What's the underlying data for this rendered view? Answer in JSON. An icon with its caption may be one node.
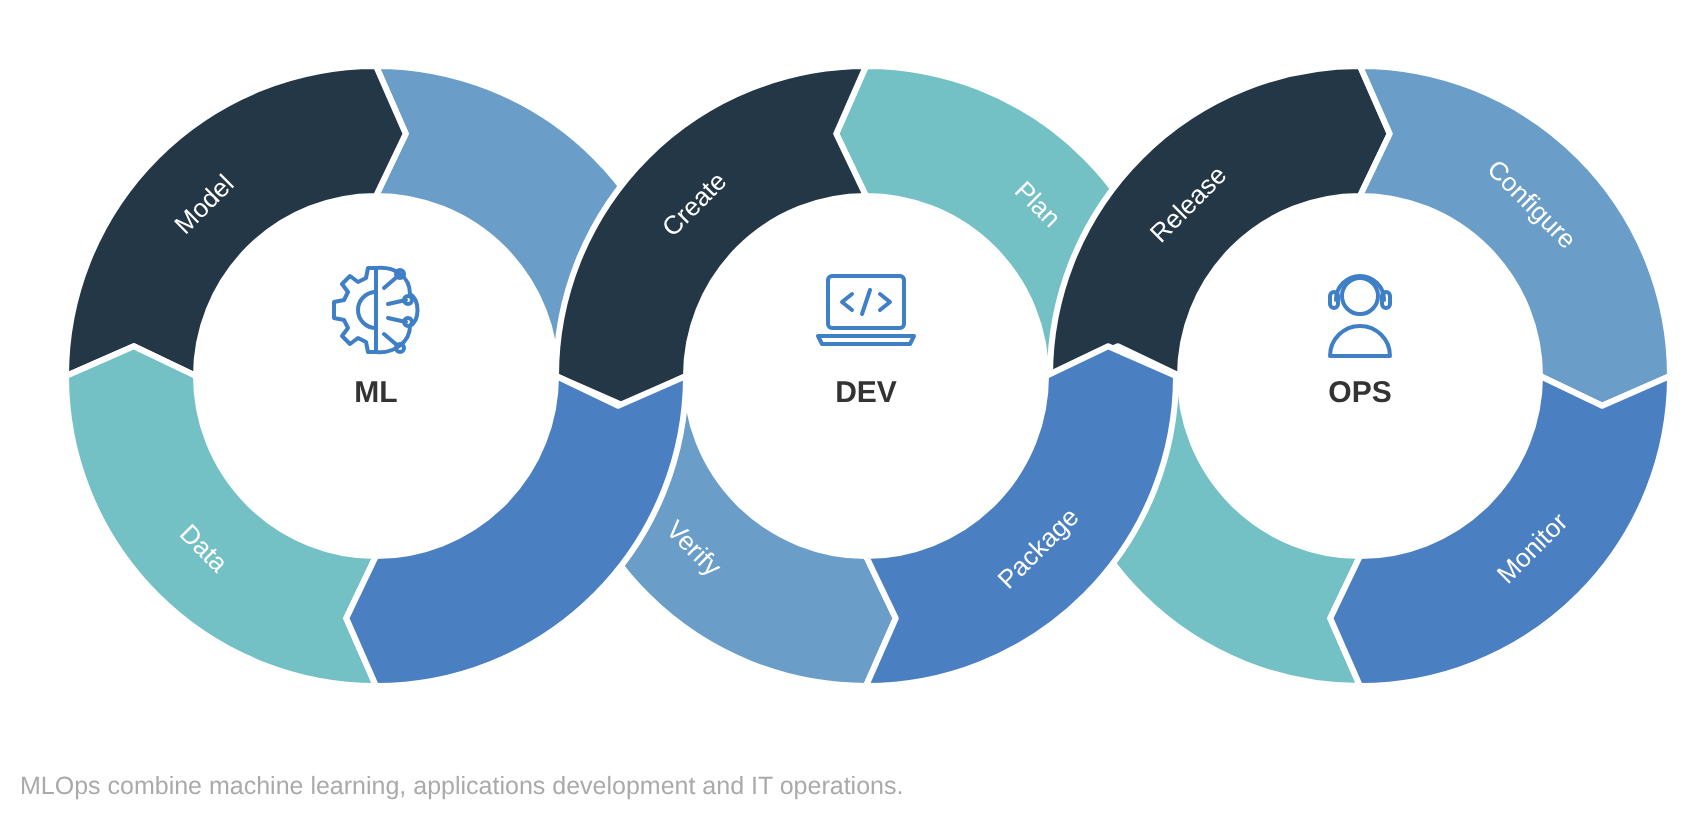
{
  "diagram": {
    "caption": "MLOps combine machine learning, applications development and IT operations.",
    "nodes": [
      {
        "text": [
          "ML"
        ]
      },
      {
        "text": [
          "Model"
        ]
      },
      {
        "text": [],
        "shape": "segment"
      },
      {
        "text": [],
        "shape": "segment"
      },
      {
        "text": [
          "Data"
        ]
      },
      {
        "text": [
          "DEV"
        ]
      },
      {
        "text": [
          "Create"
        ]
      },
      {
        "text": [
          "Plan"
        ]
      },
      {
        "text": [
          "Package"
        ]
      },
      {
        "text": [
          "Verify"
        ]
      },
      {
        "text": [
          "OPS"
        ]
      },
      {
        "text": [
          "Release"
        ]
      },
      {
        "text": [
          "Configure"
        ]
      },
      {
        "text": [
          "Monitor"
        ]
      },
      {
        "text": [],
        "shape": "segment"
      }
    ],
    "edges": []
  }
}
